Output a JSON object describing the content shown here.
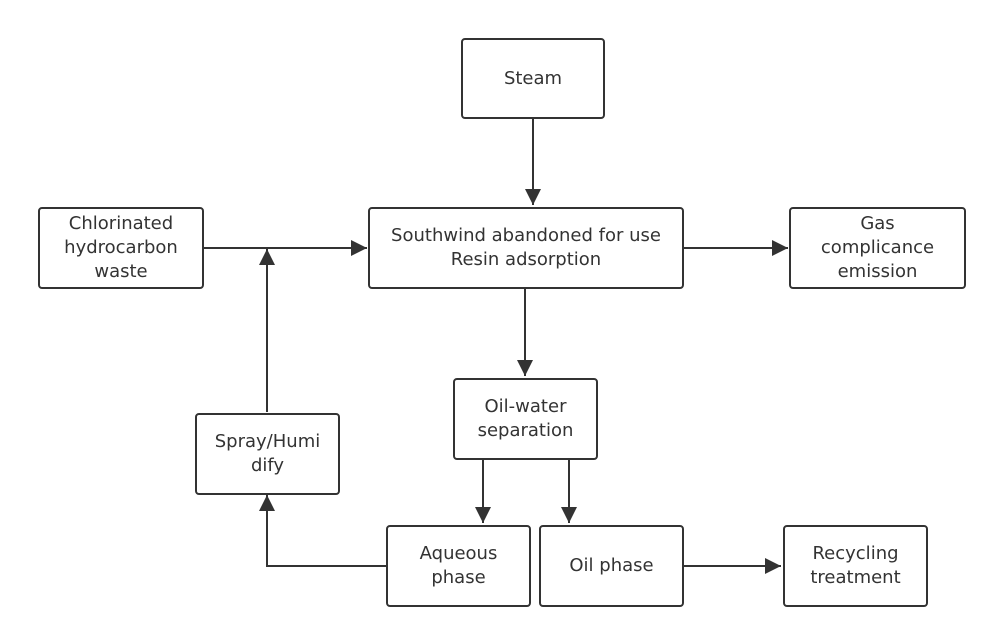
{
  "colors": {
    "stroke": "#333333",
    "text": "#333333",
    "fill": "#ffffff"
  },
  "nodes": {
    "steam": {
      "lines": [
        "Steam"
      ]
    },
    "resin": {
      "lines": [
        "Southwind abandoned for use",
        "Resin adsorption"
      ]
    },
    "chlorinated": {
      "lines": [
        "Chlorinated",
        "hydrocarbon",
        "waste"
      ]
    },
    "gas": {
      "lines": [
        "Gas",
        "complicance",
        "emission"
      ]
    },
    "oilwater": {
      "lines": [
        "Oil-water",
        "separation"
      ]
    },
    "spray": {
      "lines": [
        "Spray/Humi",
        "dify"
      ]
    },
    "aqueous": {
      "lines": [
        "Aqueous",
        "phase"
      ]
    },
    "oilphase": {
      "lines": [
        "Oil phase"
      ]
    },
    "recycling": {
      "lines": [
        "Recycling",
        "treatment"
      ]
    }
  },
  "edges": [
    {
      "from": "steam",
      "to": "resin"
    },
    {
      "from": "chlorinated",
      "to": "resin"
    },
    {
      "from": "resin",
      "to": "gas"
    },
    {
      "from": "resin",
      "to": "oilwater"
    },
    {
      "from": "oilwater",
      "to": "aqueous"
    },
    {
      "from": "oilwater",
      "to": "oilphase"
    },
    {
      "from": "oilphase",
      "to": "recycling"
    },
    {
      "from": "aqueous",
      "to": "spray"
    },
    {
      "from": "spray",
      "to": "chlorinated-resin-line"
    }
  ]
}
